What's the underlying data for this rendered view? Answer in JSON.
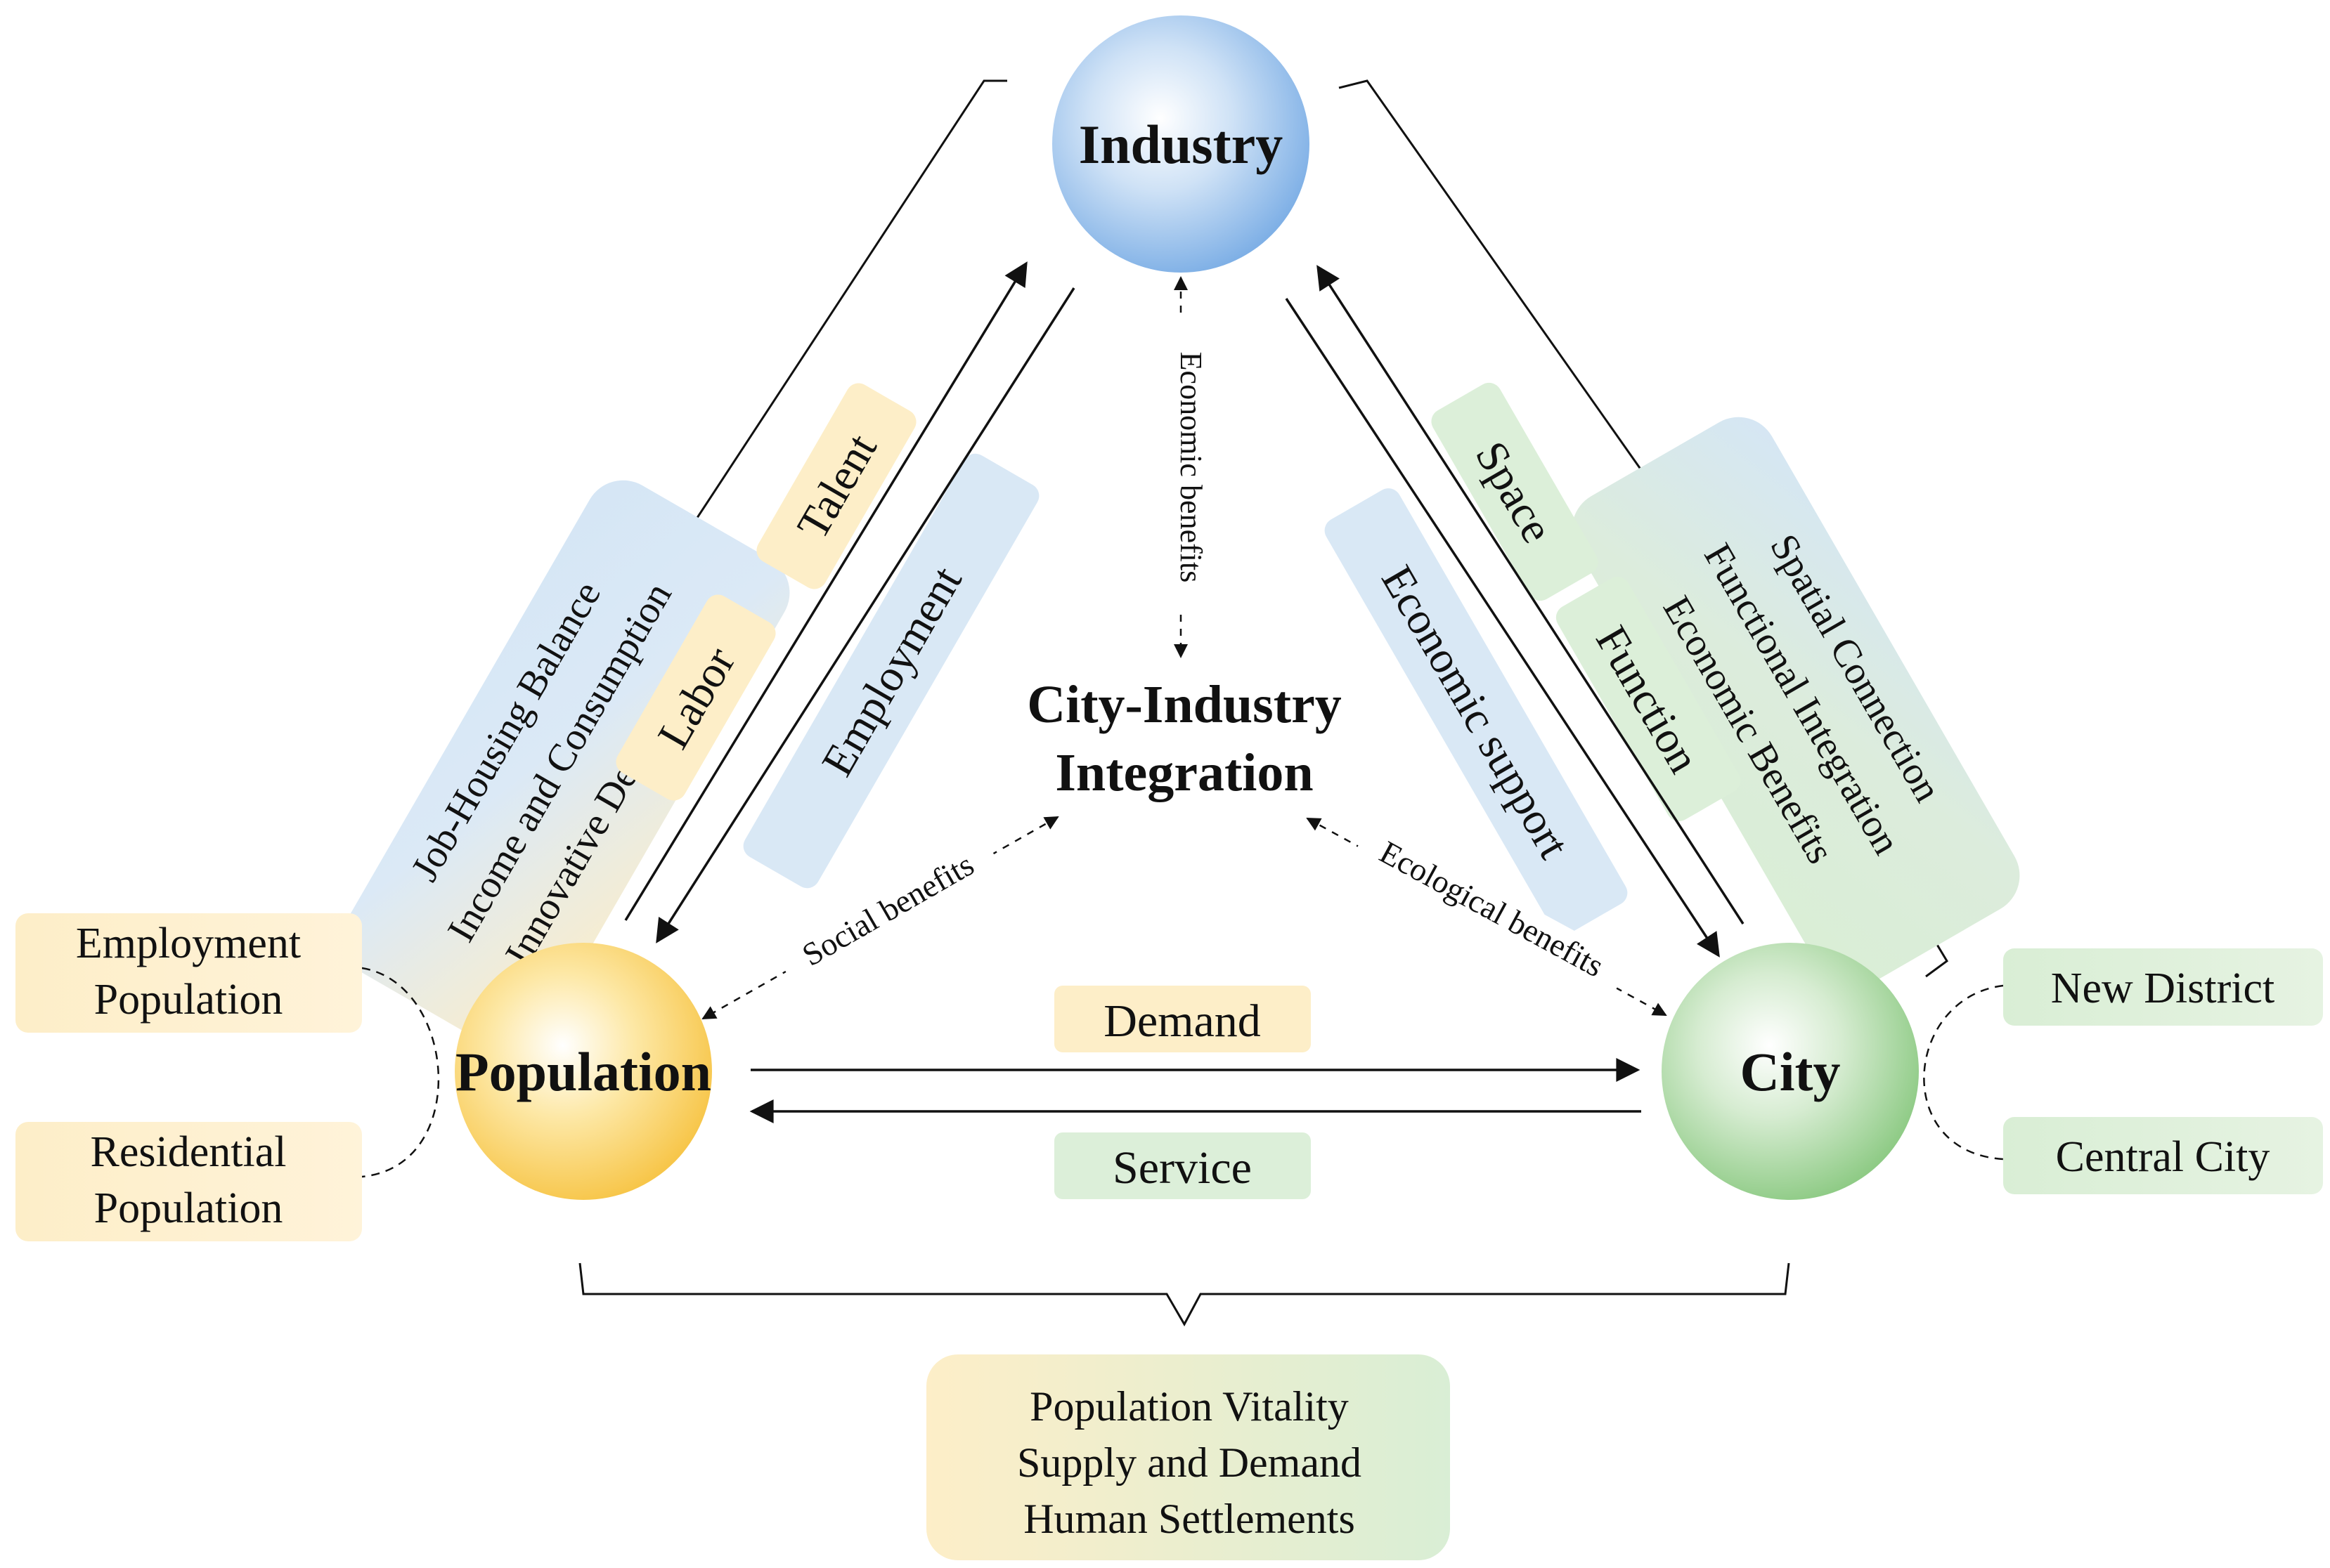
{
  "nodes": {
    "industry": "Industry",
    "population": "Population",
    "city": "City",
    "center_line1": "City-Industry",
    "center_line2": "Integration"
  },
  "links": {
    "economic_benefits": "Economic benefits",
    "social_benefits": "Social benefits",
    "ecological_benefits": "Ecological benefits",
    "talent": "Talent",
    "labor": "Labor",
    "employment": "Employment",
    "space": "Space",
    "function": "Function",
    "economic_support": "Economic support",
    "demand": "Demand",
    "service": "Service"
  },
  "left_box": [
    "Job-Housing Balance",
    "Income and Consumption",
    "Innovative Development"
  ],
  "right_box": [
    "Spatial Connection",
    "Functional Integration",
    "Economic Benefits"
  ],
  "bottom_box": [
    "Population Vitality",
    "Supply and Demand",
    "Human Settlements"
  ],
  "population_types": {
    "employment": [
      "Employment",
      "Population"
    ],
    "residential": [
      "Residential",
      "Population"
    ]
  },
  "city_types": {
    "new_district": "New District",
    "central_city": "Central City"
  },
  "colors": {
    "blue_fill": "#d9e8f5",
    "orange_fill": "#fdeec8",
    "green_fill": "#dcefd9",
    "industry_sphere": "#7fb0e6",
    "population_sphere": "#f7c64a",
    "city_sphere": "#8fcb86"
  }
}
